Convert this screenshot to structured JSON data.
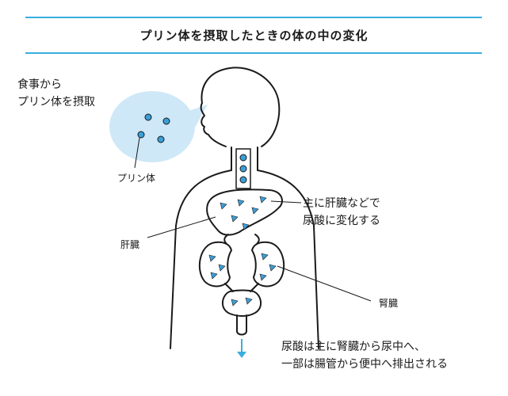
{
  "title": "プリン体を摂取したときの体の中の変化",
  "labels": {
    "intake_line1": "食事から",
    "intake_line2": "プリン体を摂取",
    "purine": "プリン体",
    "liver": "肝臓",
    "liver_note_line1": "主に肝臓などで",
    "liver_note_line2": "尿酸に変化する",
    "kidney": "腎臓",
    "excretion_line1": "尿酸は主に腎臓から尿中へ、",
    "excretion_line2": "一部は腸管から便中へ排出される"
  },
  "colors": {
    "accent": "#3aaee0",
    "bubble": "#cfe8f7",
    "dot": "#3a9fd8",
    "outline": "#1a1a1a"
  }
}
